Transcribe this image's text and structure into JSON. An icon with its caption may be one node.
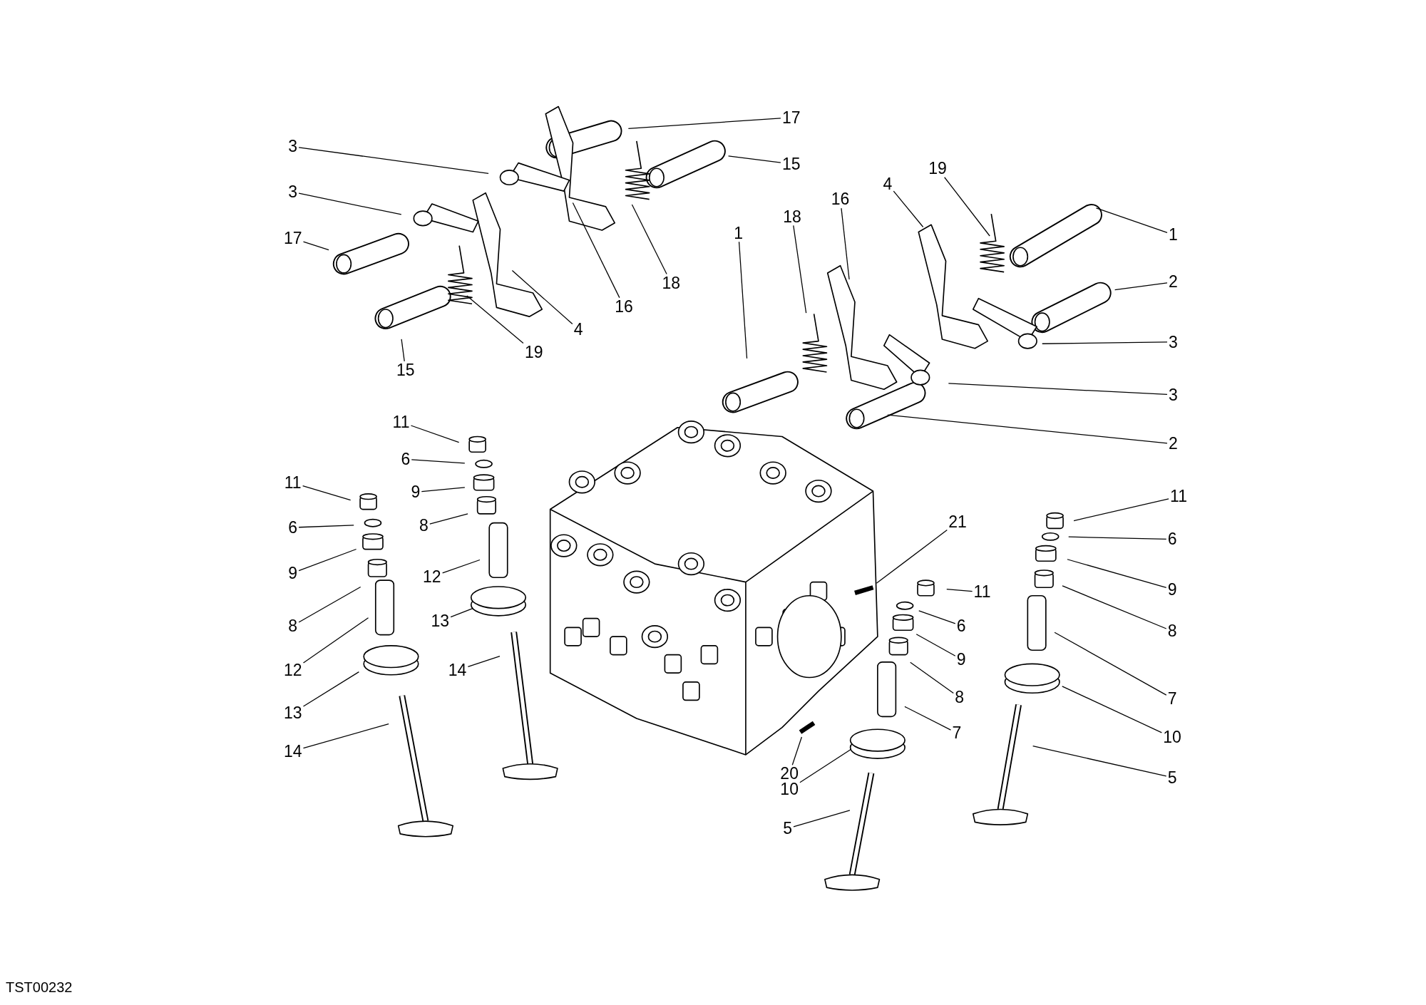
{
  "diagram": {
    "nodes": [
      {
        "text": [
          "3"
        ]
      },
      {
        "text": [
          "3"
        ]
      },
      {
        "text": [
          "17"
        ]
      },
      {
        "text": [
          "17"
        ]
      },
      {
        "text": [
          "15"
        ]
      },
      {
        "text": [
          "18"
        ]
      },
      {
        "text": [
          "16"
        ]
      },
      {
        "text": [
          "4"
        ]
      },
      {
        "text": [
          "19"
        ]
      },
      {
        "text": [
          "15"
        ]
      },
      {
        "text": [
          "19"
        ]
      },
      {
        "text": [
          "4"
        ]
      },
      {
        "text": [
          "16"
        ]
      },
      {
        "text": [
          "18"
        ]
      },
      {
        "text": [
          "1"
        ]
      },
      {
        "text": [
          "1"
        ]
      },
      {
        "text": [
          "2"
        ]
      },
      {
        "text": [
          "3"
        ]
      },
      {
        "text": [
          "3"
        ]
      },
      {
        "text": [
          "2"
        ]
      },
      {
        "text": [
          "11"
        ]
      },
      {
        "text": [
          "6"
        ]
      },
      {
        "text": [
          "9"
        ]
      },
      {
        "text": [
          "8"
        ]
      },
      {
        "text": [
          "12"
        ]
      },
      {
        "text": [
          "13"
        ]
      },
      {
        "text": [
          "14"
        ]
      },
      {
        "text": [
          "11"
        ]
      },
      {
        "text": [
          "6"
        ]
      },
      {
        "text": [
          "9"
        ]
      },
      {
        "text": [
          "8"
        ]
      },
      {
        "text": [
          "12"
        ]
      },
      {
        "text": [
          "13"
        ]
      },
      {
        "text": [
          "14"
        ]
      },
      {
        "text": [
          "21"
        ]
      },
      {
        "text": [
          "11"
        ]
      },
      {
        "text": [
          "6"
        ]
      },
      {
        "text": [
          "9"
        ]
      },
      {
        "text": [
          "8"
        ]
      },
      {
        "text": [
          "7"
        ]
      },
      {
        "text": [
          "20"
        ]
      },
      {
        "text": [
          "10"
        ]
      },
      {
        "text": [
          "5"
        ]
      },
      {
        "text": [
          "11"
        ]
      },
      {
        "text": [
          "6"
        ]
      },
      {
        "text": [
          "9"
        ]
      },
      {
        "text": [
          "8"
        ]
      },
      {
        "text": [
          "7"
        ]
      },
      {
        "text": [
          "10"
        ]
      },
      {
        "text": [
          "5"
        ]
      }
    ],
    "edges": [
      {
        "from": 0,
        "to": null,
        "arrow": "none"
      },
      {
        "from": 1,
        "to": null,
        "arrow": "none"
      },
      {
        "from": 2,
        "to": null,
        "arrow": "none"
      },
      {
        "from": 3,
        "to": null,
        "arrow": "none"
      },
      {
        "from": 4,
        "to": null,
        "arrow": "none"
      },
      {
        "from": 5,
        "to": null,
        "arrow": "none"
      },
      {
        "from": 6,
        "to": null,
        "arrow": "none"
      },
      {
        "from": 7,
        "to": null,
        "arrow": "none"
      },
      {
        "from": 8,
        "to": null,
        "arrow": "none"
      },
      {
        "from": 9,
        "to": null,
        "arrow": "none"
      },
      {
        "from": 10,
        "to": null,
        "arrow": "none"
      },
      {
        "from": 11,
        "to": null,
        "arrow": "none"
      },
      {
        "from": 12,
        "to": null,
        "arrow": "none"
      },
      {
        "from": 13,
        "to": null,
        "arrow": "none"
      },
      {
        "from": 14,
        "to": null,
        "arrow": "none"
      },
      {
        "from": 15,
        "to": null,
        "arrow": "none"
      },
      {
        "from": 16,
        "to": null,
        "arrow": "none"
      },
      {
        "from": 17,
        "to": null,
        "arrow": "none"
      },
      {
        "from": 18,
        "to": null,
        "arrow": "none"
      },
      {
        "from": 19,
        "to": null,
        "arrow": "none"
      },
      {
        "from": 20,
        "to": null,
        "arrow": "none"
      },
      {
        "from": 21,
        "to": null,
        "arrow": "none"
      },
      {
        "from": 22,
        "to": null,
        "arrow": "none"
      },
      {
        "from": 23,
        "to": null,
        "arrow": "none"
      },
      {
        "from": 24,
        "to": null,
        "arrow": "none"
      },
      {
        "from": 25,
        "to": null,
        "arrow": "none"
      },
      {
        "from": 26,
        "to": null,
        "arrow": "none"
      },
      {
        "from": 27,
        "to": null,
        "arrow": "none"
      },
      {
        "from": 28,
        "to": null,
        "arrow": "none"
      },
      {
        "from": 29,
        "to": null,
        "arrow": "none"
      },
      {
        "from": 30,
        "to": null,
        "arrow": "none"
      },
      {
        "from": 31,
        "to": null,
        "arrow": "none"
      },
      {
        "from": 32,
        "to": null,
        "arrow": "none"
      },
      {
        "from": 33,
        "to": null,
        "arrow": "none"
      },
      {
        "from": 34,
        "to": null,
        "arrow": "none"
      },
      {
        "from": 35,
        "to": null,
        "arrow": "none"
      },
      {
        "from": 36,
        "to": null,
        "arrow": "none"
      },
      {
        "from": 37,
        "to": null,
        "arrow": "none"
      },
      {
        "from": 38,
        "to": null,
        "arrow": "none"
      },
      {
        "from": 39,
        "to": null,
        "arrow": "none"
      },
      {
        "from": 40,
        "to": null,
        "arrow": "none"
      },
      {
        "from": 41,
        "to": null,
        "arrow": "none"
      },
      {
        "from": 42,
        "to": null,
        "arrow": "none"
      },
      {
        "from": 43,
        "to": null,
        "arrow": "none"
      },
      {
        "from": 44,
        "to": null,
        "arrow": "none"
      },
      {
        "from": 45,
        "to": null,
        "arrow": "none"
      },
      {
        "from": 46,
        "to": null,
        "arrow": "none"
      },
      {
        "from": 47,
        "to": null,
        "arrow": "none"
      },
      {
        "from": 48,
        "to": null,
        "arrow": "none"
      },
      {
        "from": 49,
        "to": null,
        "arrow": "none"
      }
    ],
    "labels": [
      "TST00232"
    ]
  }
}
